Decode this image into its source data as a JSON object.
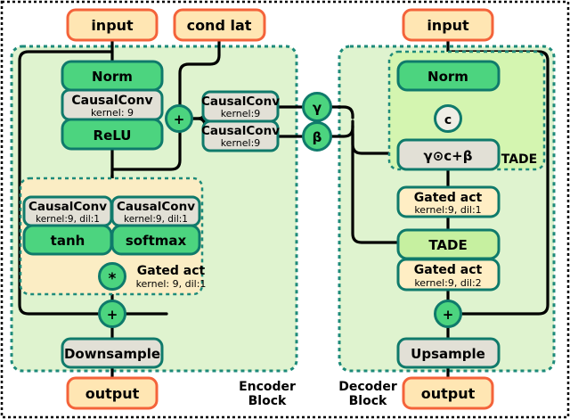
{
  "figure": {
    "title": "Encoder and Decoder Block architecture diagram",
    "colors": {
      "io_fill": "#ffe6b3",
      "io_stroke": "#f4633a",
      "green_fill": "#4cd47f",
      "green_stroke": "#0f7a6b",
      "gray_fill": "#e2e0d6",
      "gray_stroke": "#0f7a6b",
      "cream_fill": "#ffeec4",
      "cream_stroke": "#0f7a6b",
      "light_green_fill": "#c6f0a0",
      "block_fill": "#dff3cf",
      "block_stroke": "#1d8a7a",
      "gated_fill": "#fbedc4",
      "tade_fill": "#d4f5b0",
      "line": "#000000",
      "outer_border": "#000000"
    }
  },
  "encoder": {
    "block_label": "Encoder Block",
    "input_label": "input",
    "cond_label": "cond lat",
    "output_label": "output",
    "norm_label": "Norm",
    "causalconv_main": {
      "title": "CausalConv",
      "sub": "kernel: 9"
    },
    "relu_label": "ReLU",
    "plus_symbol": "+",
    "mul_symbol": "*",
    "gated": {
      "region_title": "Gated act",
      "region_sub": "kernel: 9, dil:1",
      "left_conv": {
        "title": "CausalConv",
        "sub": "kernel:9, dil:1"
      },
      "right_conv": {
        "title": "CausalConv",
        "sub": "kernel:9, dil:1"
      },
      "left_act": "tanh",
      "right_act": "softmax"
    },
    "downsample_label": "Downsample"
  },
  "bridge": {
    "gamma_conv": {
      "title": "CausalConv",
      "sub": "kernel:9"
    },
    "beta_conv": {
      "title": "CausalConv",
      "sub": "kernel:9"
    },
    "gamma_symbol": "γ",
    "beta_symbol": "β"
  },
  "decoder": {
    "block_label": "Decoder Block",
    "input_label": "input",
    "output_label": "output",
    "tade": {
      "region_label": "TADE",
      "norm_label": "Norm",
      "c_symbol": "c",
      "affine_label": "γ⊙c+β"
    },
    "gated_act_1": {
      "title": "Gated act",
      "sub": "kernel:9, dil:1"
    },
    "tade_block_label": "TADE",
    "gated_act_2": {
      "title": "Gated act",
      "sub": "kernel:9, dil:2"
    },
    "plus_symbol": "+",
    "upsample_label": "Upsample"
  }
}
